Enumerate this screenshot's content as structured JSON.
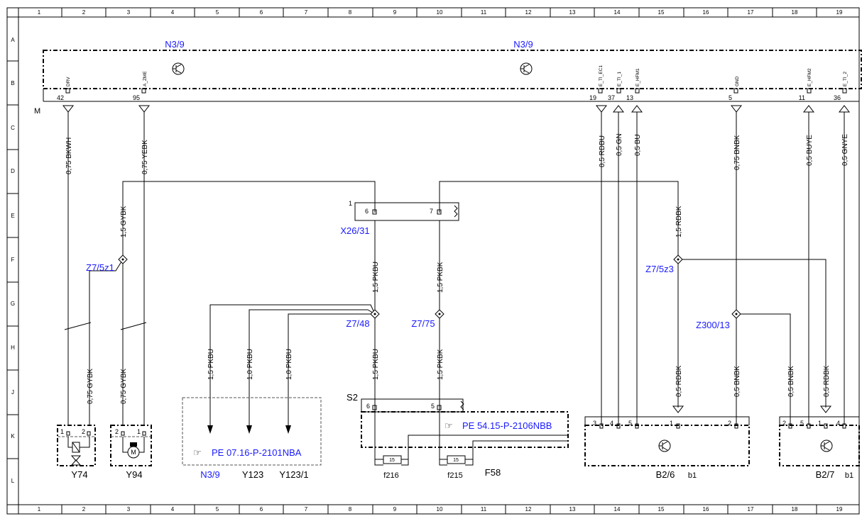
{
  "grid": {
    "columns": [
      "1",
      "2",
      "3",
      "4",
      "5",
      "6",
      "7",
      "8",
      "9",
      "10",
      "11",
      "12",
      "13",
      "14",
      "15",
      "16",
      "17",
      "18",
      "19"
    ],
    "rows": [
      "A",
      "B",
      "C",
      "D",
      "E",
      "F",
      "G",
      "H",
      "J",
      "K",
      "L"
    ]
  },
  "ground_mark": "M",
  "modules": {
    "n39_left": "N3/9",
    "n39_right": "N3/9"
  },
  "n39_pins": [
    {
      "num": "42",
      "signal": "DRV"
    },
    {
      "num": "95",
      "signal": "A_ZME"
    },
    {
      "num": "19",
      "signal": "E_TI_EC1"
    },
    {
      "num": "37",
      "signal": "E_TI_1"
    },
    {
      "num": "13",
      "signal": "E_HFM1"
    },
    {
      "num": "5",
      "signal": "GND"
    },
    {
      "num": "11",
      "signal": "E_HFM2"
    },
    {
      "num": "36",
      "signal": "E_TI_2"
    }
  ],
  "wires": {
    "w1": "0,75 BKWH",
    "w2": "0,75 YEBK",
    "w3": "0,5 RDBU",
    "w4": "0,5 GN",
    "w5": "0,5 BU",
    "w6": "0,75 BNBK",
    "w7": "0,5 BUYE",
    "w8": "0,5 GNYE",
    "w9": "1,5 GYBK",
    "w10": "1,5 RDBK",
    "w11": "1,5 PKBU",
    "w12": "1,5 PKBK",
    "w13": "0,75 GYBK",
    "w14": "0,75 GYBK",
    "w15": "1,5 PKBU",
    "w16": "1,0 PKBU",
    "w17": "1,0 PKBU",
    "w18": "1,5 PKBU",
    "w19": "1,5 PKBK",
    "w20": "0,5 RDBK",
    "w21": "0,5 BNBK",
    "w22": "0,5 BNBK",
    "w23": "0,5 RDBK"
  },
  "connectors": {
    "x2631": "X26/31",
    "x2631_pin1": "1",
    "x2631_pin6": "6",
    "x2631_pin7": "7",
    "s2": "S2",
    "s2_pin6": "6",
    "s2_pin5": "5"
  },
  "splices": {
    "z75z1": "Z7/5z1",
    "z75z3": "Z7/5z3",
    "z748": "Z7/48",
    "z775": "Z7/75",
    "z30013": "Z300/13"
  },
  "references": {
    "ref1": "PE 07.16-P-2101NBA",
    "ref2": "PE 54.15-P-2106NBB"
  },
  "components": {
    "y74": "Y74",
    "y94": "Y94",
    "n39": "N3/9",
    "y123": "Y123",
    "y1231": "Y123/1",
    "f216": "f216",
    "f215": "f215",
    "f58": "F58",
    "b26": "B2/6",
    "b26_sub": "b1",
    "b27": "B2/7",
    "b27_sub": "b1",
    "fuse_rating_a": "15",
    "fuse_rating_b": "15"
  },
  "component_pins": {
    "y74_1": "1",
    "y74_2": "2",
    "y94_2": "2",
    "y94_1": "1",
    "b26_3": "3",
    "b26_4": "4",
    "b26_5": "5",
    "b26_1": "1",
    "b26_2": "2",
    "b27_2": "2",
    "b27_5": "5",
    "b27_1": "1",
    "b27_4": "4"
  },
  "colors": {
    "reference_blue": "#1a1aff",
    "line": "#000000"
  }
}
